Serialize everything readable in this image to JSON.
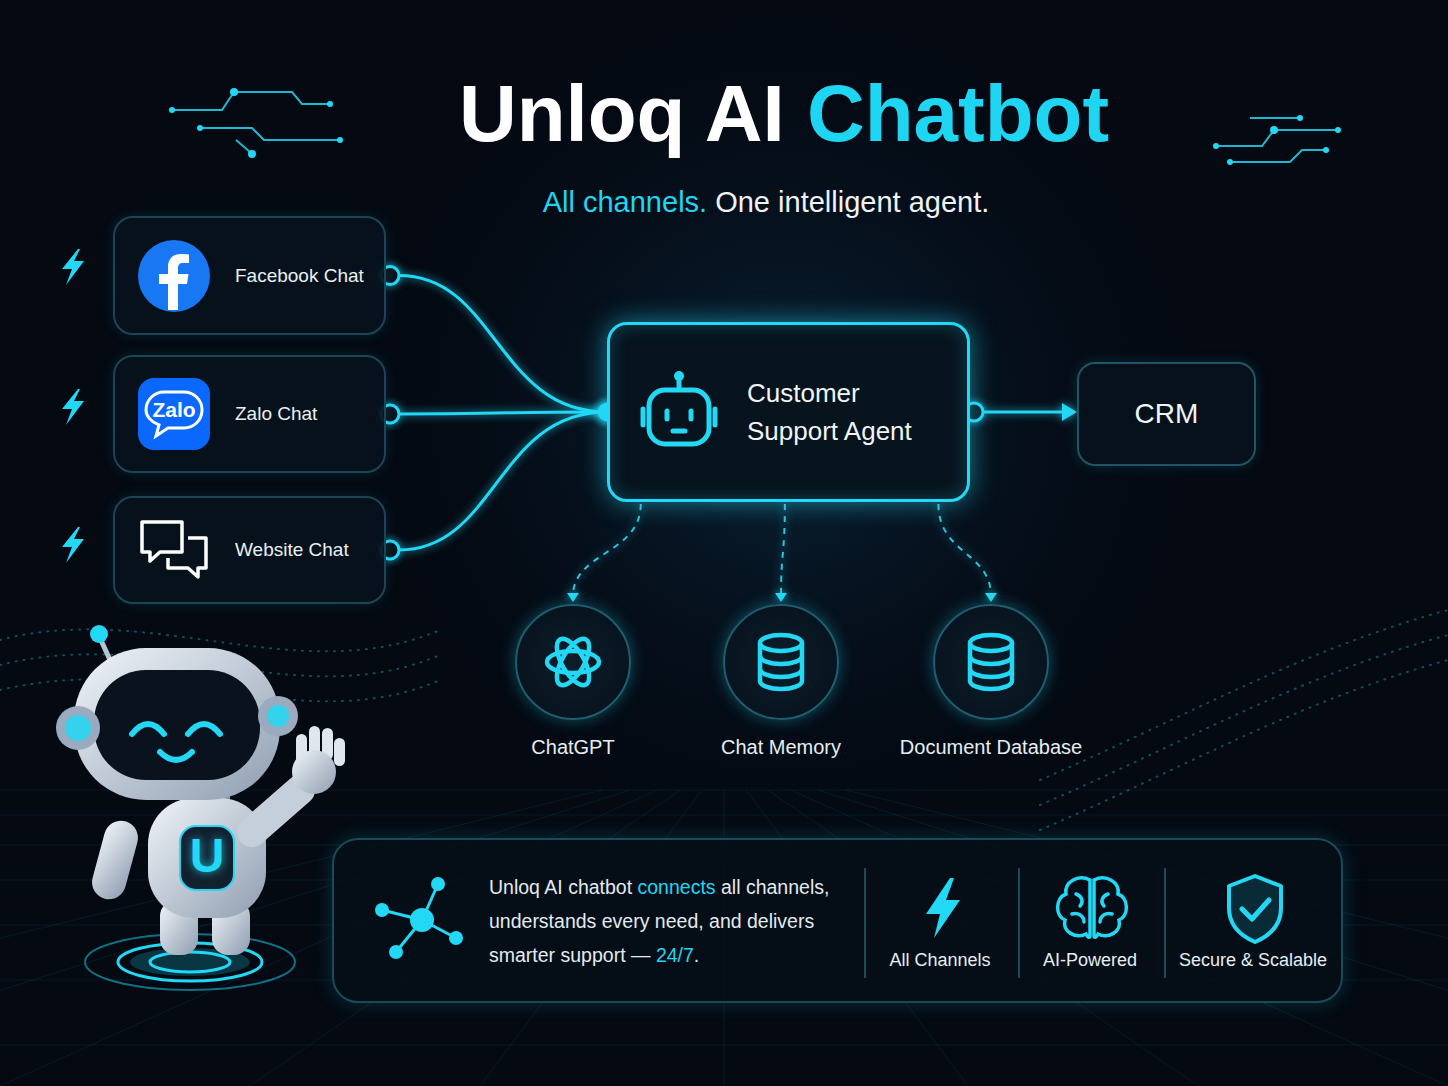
{
  "diagram": {
    "title": "Unloq AI Chatbot",
    "caption": "All channels. One intelligent agent.",
    "nodes": [
      {
        "text": [
          "Facebook Chat"
        ]
      },
      {
        "text": [
          "Zalo Chat"
        ]
      },
      {
        "text": [
          "Website Chat"
        ]
      },
      {
        "text": [
          "Customer Support Agent"
        ]
      },
      {
        "text": [
          "CRM"
        ]
      },
      {
        "text": [
          "ChatGPT"
        ]
      },
      {
        "text": [
          "Chat Memory"
        ]
      },
      {
        "text": [
          "Document Database"
        ]
      },
      {
        "text": [
          "Unloq AI chatbot connects all channels, understands every need, and delivers smarter support — 24/7."
        ]
      }
    ],
    "edges": [
      {
        "from": 0,
        "to": 3,
        "arrow": "none"
      },
      {
        "from": 1,
        "to": 3,
        "arrow": "none"
      },
      {
        "from": 2,
        "to": 3,
        "arrow": "none"
      },
      {
        "from": 3,
        "to": 4,
        "arrow": "to"
      },
      {
        "from": 3,
        "to": 5,
        "arrow": "to"
      },
      {
        "from": 3,
        "to": 6,
        "arrow": "to"
      },
      {
        "from": 3,
        "to": 7,
        "arrow": "to"
      }
    ],
    "labels": [
      "Zalo",
      "U",
      "All Channels",
      "AI-Powered",
      "Secure & Scalable"
    ]
  }
}
